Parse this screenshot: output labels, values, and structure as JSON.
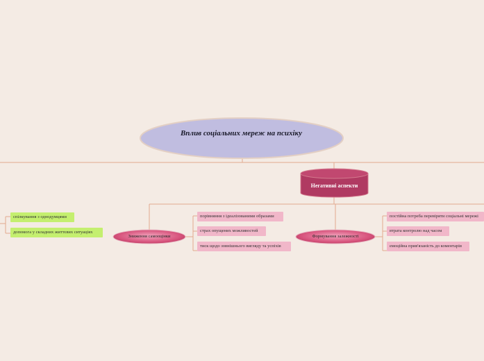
{
  "central_topic": "Вплив соціальних мереж на психіку",
  "main_branch": "Негативні аспекти",
  "subtopics": [
    {
      "label": "Зниження самооцінки",
      "items": [
        "порівняння з ідеалізованими образами",
        "страх опущених можливостей",
        "тиск щодо зовнішнього вигляду та успіхів"
      ]
    },
    {
      "label": "Формування залежності",
      "items": [
        "постійна потреба перевіряти соціальні мережі",
        "втрата контролю над часом",
        "емоційна прив'язаність до коментарів"
      ]
    }
  ],
  "left_items": [
    "спілкування з однодумцями",
    "допомога у складних життєвих ситуаціях"
  ],
  "colors": {
    "background": "#f4ebe4",
    "root_fill": "#c0bde0",
    "cylinder_fill": "#b03a62",
    "subtopic_fill": "#d8557e",
    "pink_label": "#f1b7c9",
    "green_label": "#c4ef6f",
    "connector": "#e2a98e"
  }
}
